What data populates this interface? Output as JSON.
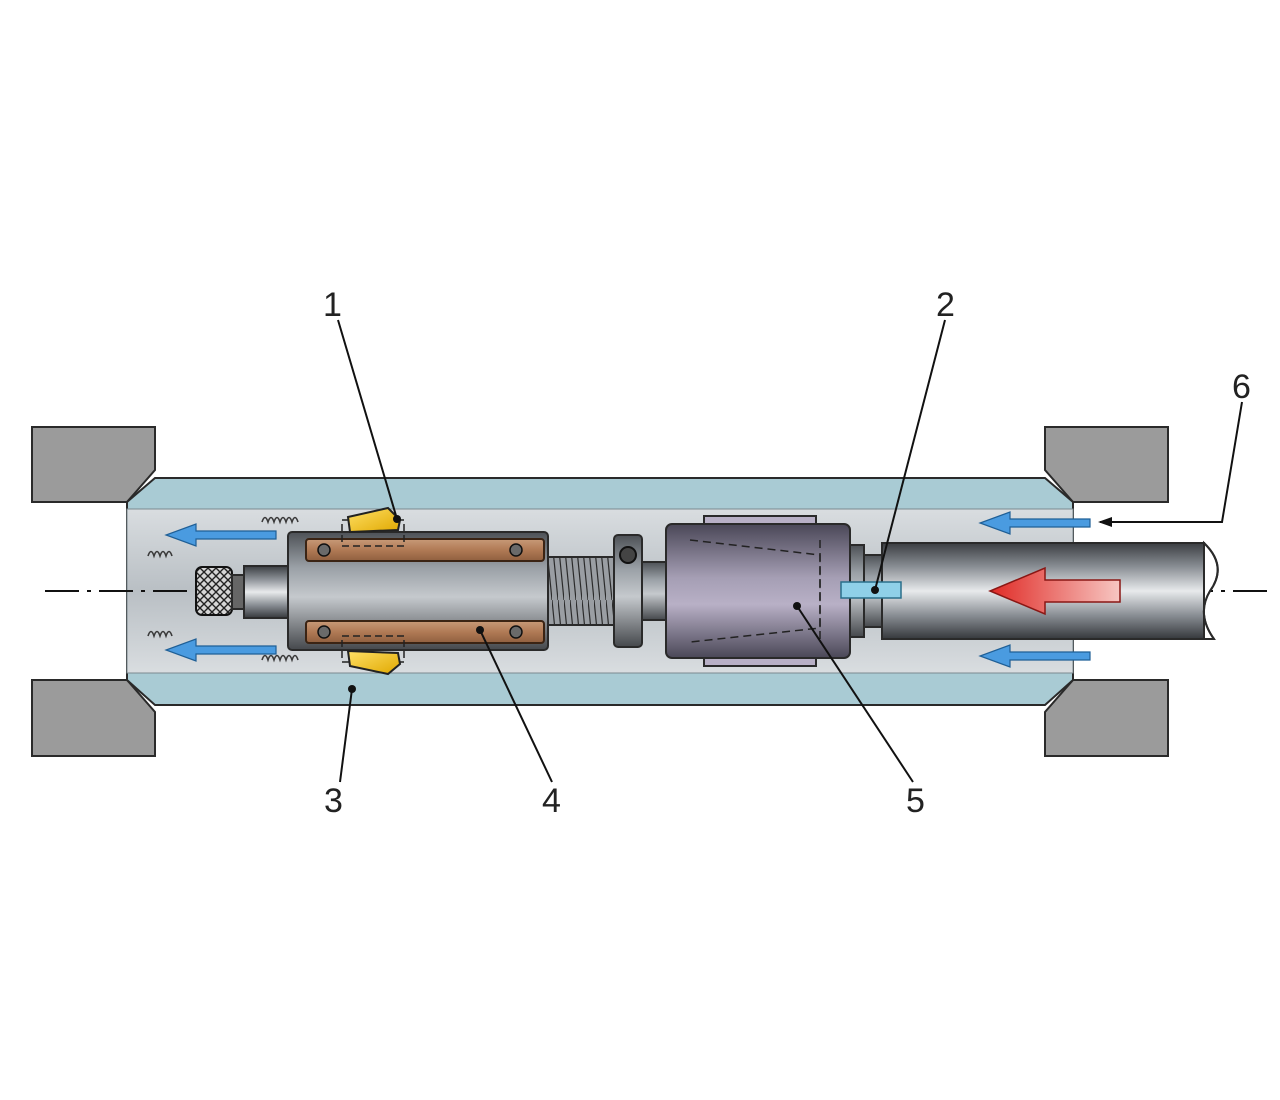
{
  "callouts": {
    "c1": "1",
    "c2": "2",
    "c3": "3",
    "c4": "4",
    "c5": "5",
    "c6": "6"
  },
  "colors": {
    "workpiece_wall": "#a9cbd4",
    "bore_interior": "#c9ced3",
    "support_block": "#9b9b9b",
    "tool_body": "#6f7378",
    "guide_pad": "#b98560",
    "cutting_insert": "#f2c414",
    "coolant_arrow": "#4a9be0",
    "feed_arrow": "#e8403a"
  },
  "icons": {
    "flow_arrows": "coolant-flow-arrow-icon",
    "feed_arrow": "feed-direction-arrow-icon",
    "chips": "chip-curl-icon"
  }
}
